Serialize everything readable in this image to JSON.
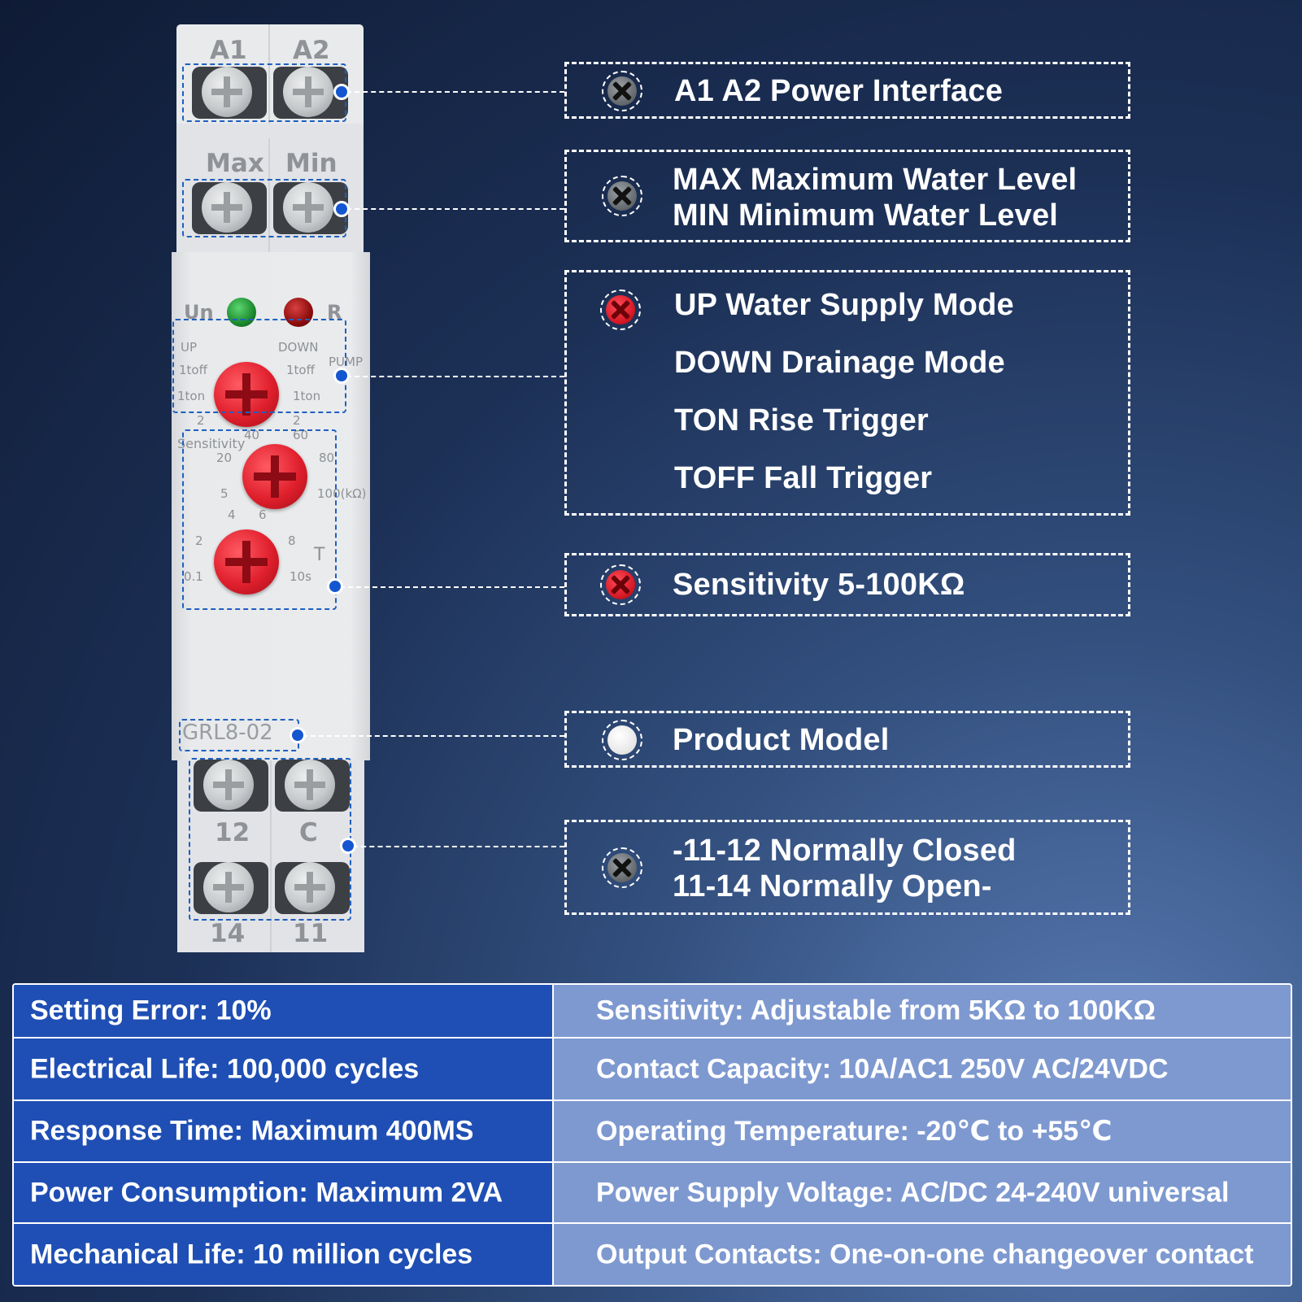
{
  "device": {
    "top_labels": [
      "A1",
      "A2"
    ],
    "upper_labels": [
      "Max",
      "Min"
    ],
    "led_labels": [
      "Un",
      "R"
    ],
    "led_colors": [
      "#1c8a2e",
      "#8e0d0d"
    ],
    "mode_dial": {
      "left_header": "UP",
      "right_header": "DOWN",
      "right_side": "PUMP",
      "left_marks": [
        "1toff",
        "1ton",
        "2"
      ],
      "right_marks": [
        "1toff",
        "1ton",
        "2"
      ]
    },
    "sensitivity_dial": {
      "label": "Sensitivity",
      "marks": [
        "20",
        "40",
        "60",
        "80",
        "5",
        "100(kΩ)"
      ]
    },
    "time_dial": {
      "label": "T",
      "marks": [
        "4",
        "6",
        "2",
        "8",
        "0.1",
        "10s"
      ]
    },
    "model": "GRL8-02",
    "bottom_labels_row1": [
      "12",
      "C"
    ],
    "bottom_labels_row2": [
      "14",
      "11"
    ]
  },
  "callouts": [
    {
      "icon": "screw-gray",
      "lines": [
        "A1 A2 Power Interface"
      ]
    },
    {
      "icon": "screw-gray",
      "lines": [
        "MAX Maximum Water Level",
        "MIN Minimum Water Level"
      ]
    },
    {
      "icon": "knob-red",
      "lines": [
        "UP Water Supply Mode",
        "DOWN Drainage Mode",
        "TON Rise Trigger",
        "TOFF Fall Trigger"
      ]
    },
    {
      "icon": "knob-red",
      "lines": [
        "Sensitivity 5-100KΩ"
      ]
    },
    {
      "icon": "white-circle",
      "lines": [
        "Product Model"
      ]
    },
    {
      "icon": "screw-gray",
      "lines": [
        "-11-12 Normally Closed",
        "11-14 Normally Open-"
      ]
    }
  ],
  "specs": [
    {
      "left": "Setting Error: 10%",
      "right": "Sensitivity: Adjustable from 5KΩ to 100KΩ"
    },
    {
      "left": "Electrical Life: 100,000 cycles",
      "right": "Contact Capacity: 10A/AC1 250V AC/24VDC"
    },
    {
      "left": "Response Time: Maximum 400MS",
      "right": "Operating Temperature: -20℃ to +55℃"
    },
    {
      "left": "Power Consumption: Maximum 2VA",
      "right": "Power Supply Voltage: AC/DC 24-240V universal"
    },
    {
      "left": "Mechanical Life: 10 million cycles",
      "right": "Output Contacts: One-on-one changeover contact"
    }
  ],
  "colors": {
    "accent_blue": "#1456cf",
    "table_left": "#1f4fb4",
    "table_right": "#7e99d0",
    "knob_red": "#e0202d"
  }
}
